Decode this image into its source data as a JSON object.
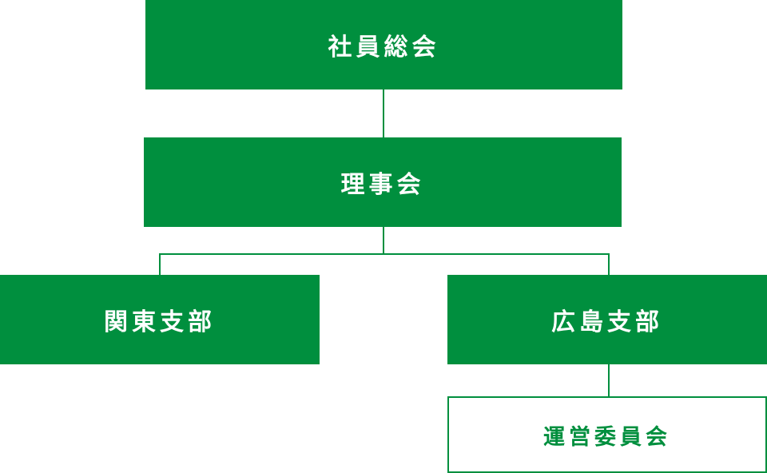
{
  "diagram": {
    "nodes": {
      "general_assembly": "社員総会",
      "board": "理事会",
      "kanto_branch": "関東支部",
      "hiroshima_branch": "広島支部",
      "steering_committee": "運営委員会"
    },
    "colors": {
      "primary": "#008f3e",
      "background": "#ffffff"
    }
  }
}
